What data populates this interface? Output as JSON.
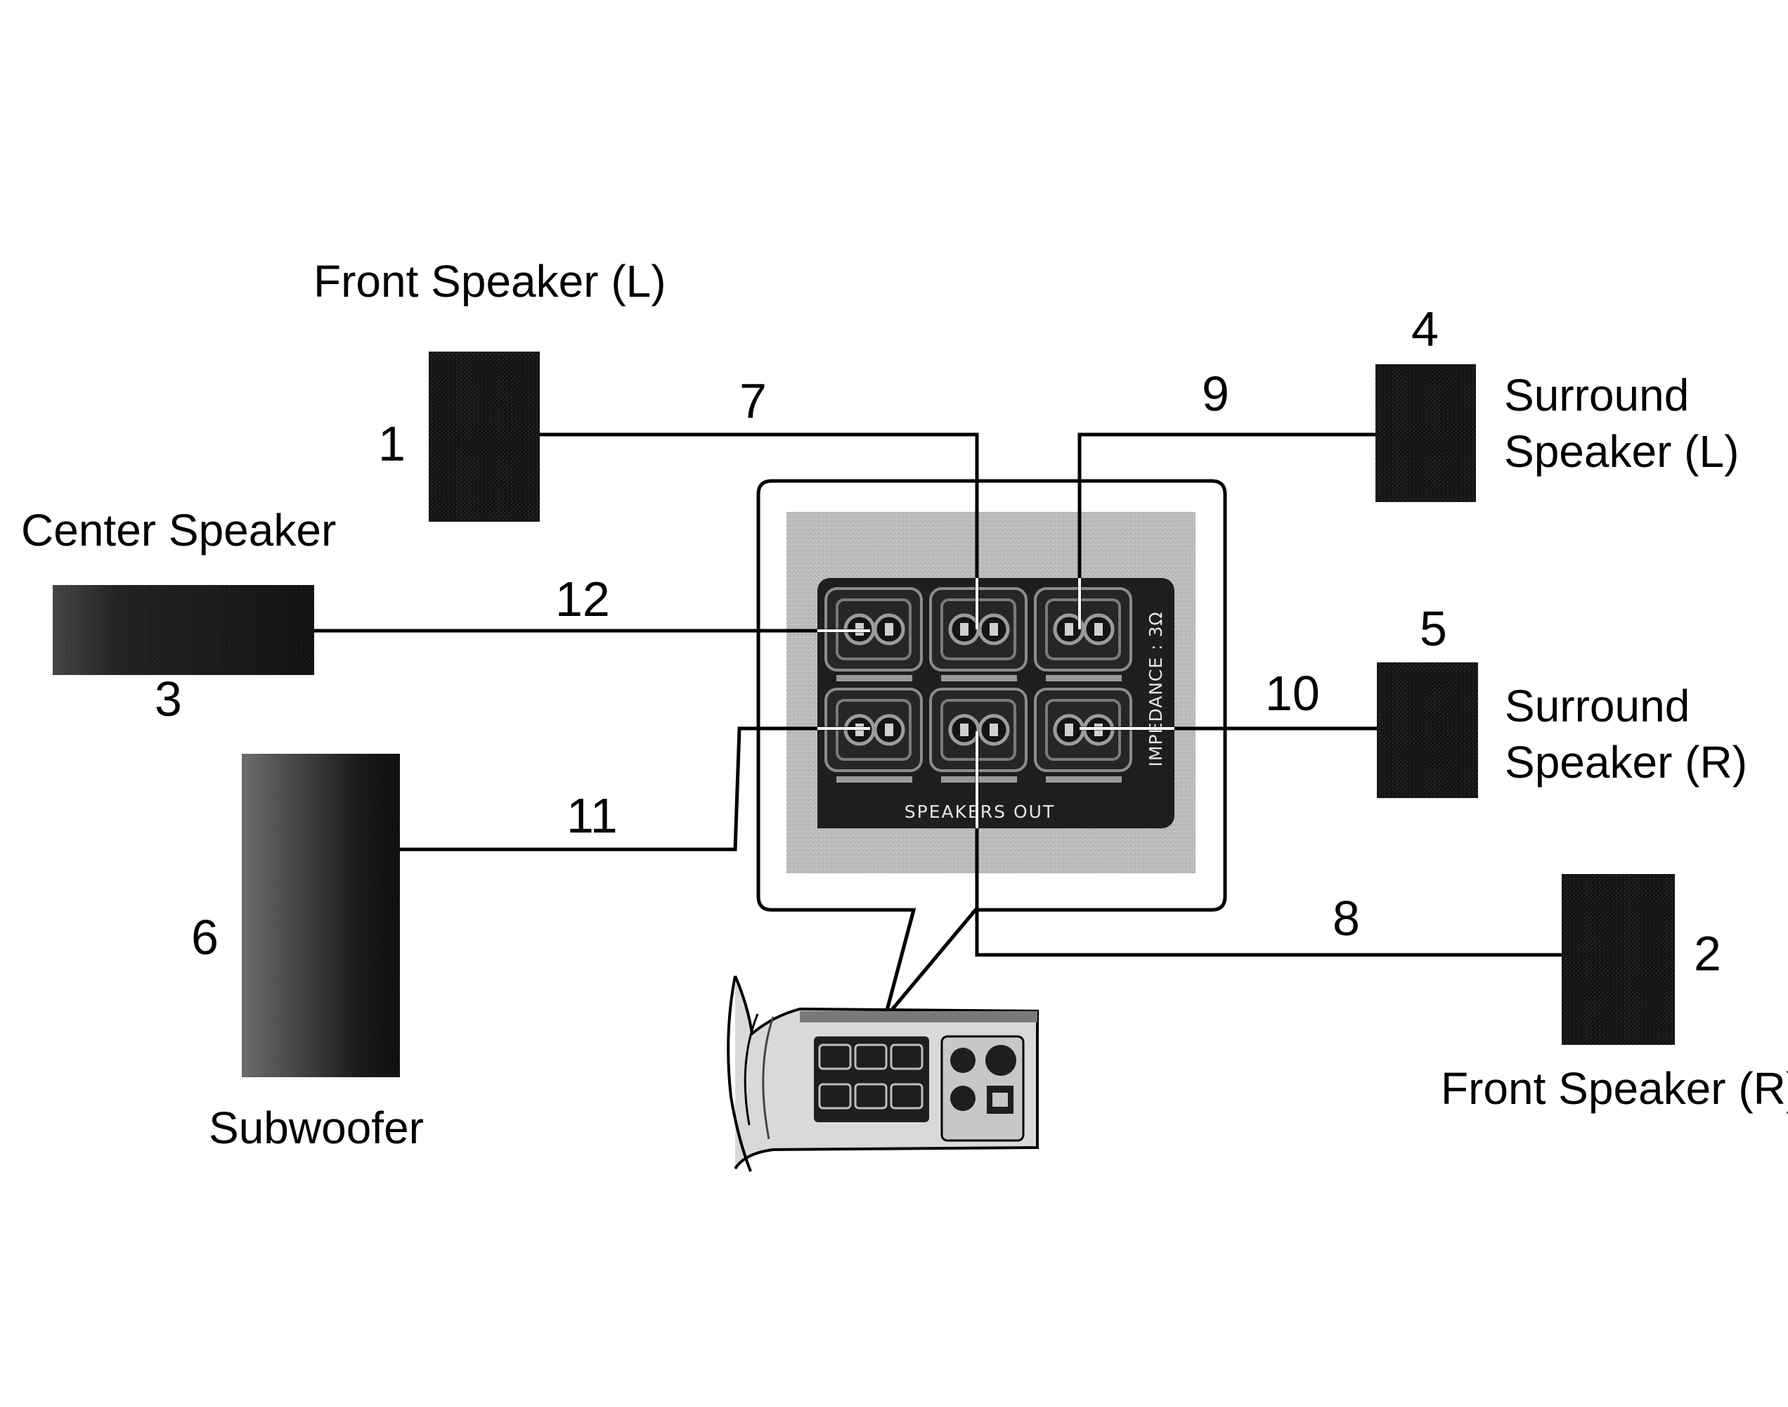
{
  "labels": {
    "front_left": "Front Speaker (L)",
    "front_right": "Front Speaker (R)",
    "center": "Center Speaker",
    "surround_left_1": "Surround",
    "surround_left_2": "Speaker (L)",
    "surround_right_1": "Surround",
    "surround_right_2": "Speaker (R)",
    "subwoofer": "Subwoofer"
  },
  "callouts": {
    "n1": "1",
    "n2": "2",
    "n3": "3",
    "n4": "4",
    "n5": "5",
    "n6": "6",
    "n7": "7",
    "n8": "8",
    "n9": "9",
    "n10": "10",
    "n11": "11",
    "n12": "12"
  },
  "panel": {
    "speakers_out": "SPEAKERS OUT",
    "impedance": "IMPEDANCE : 3Ω"
  },
  "colors": {
    "speaker": "#141414",
    "panel_bg": "#bdbdbd",
    "terminal_block": "#1e1e1e",
    "wire": "#000000"
  }
}
